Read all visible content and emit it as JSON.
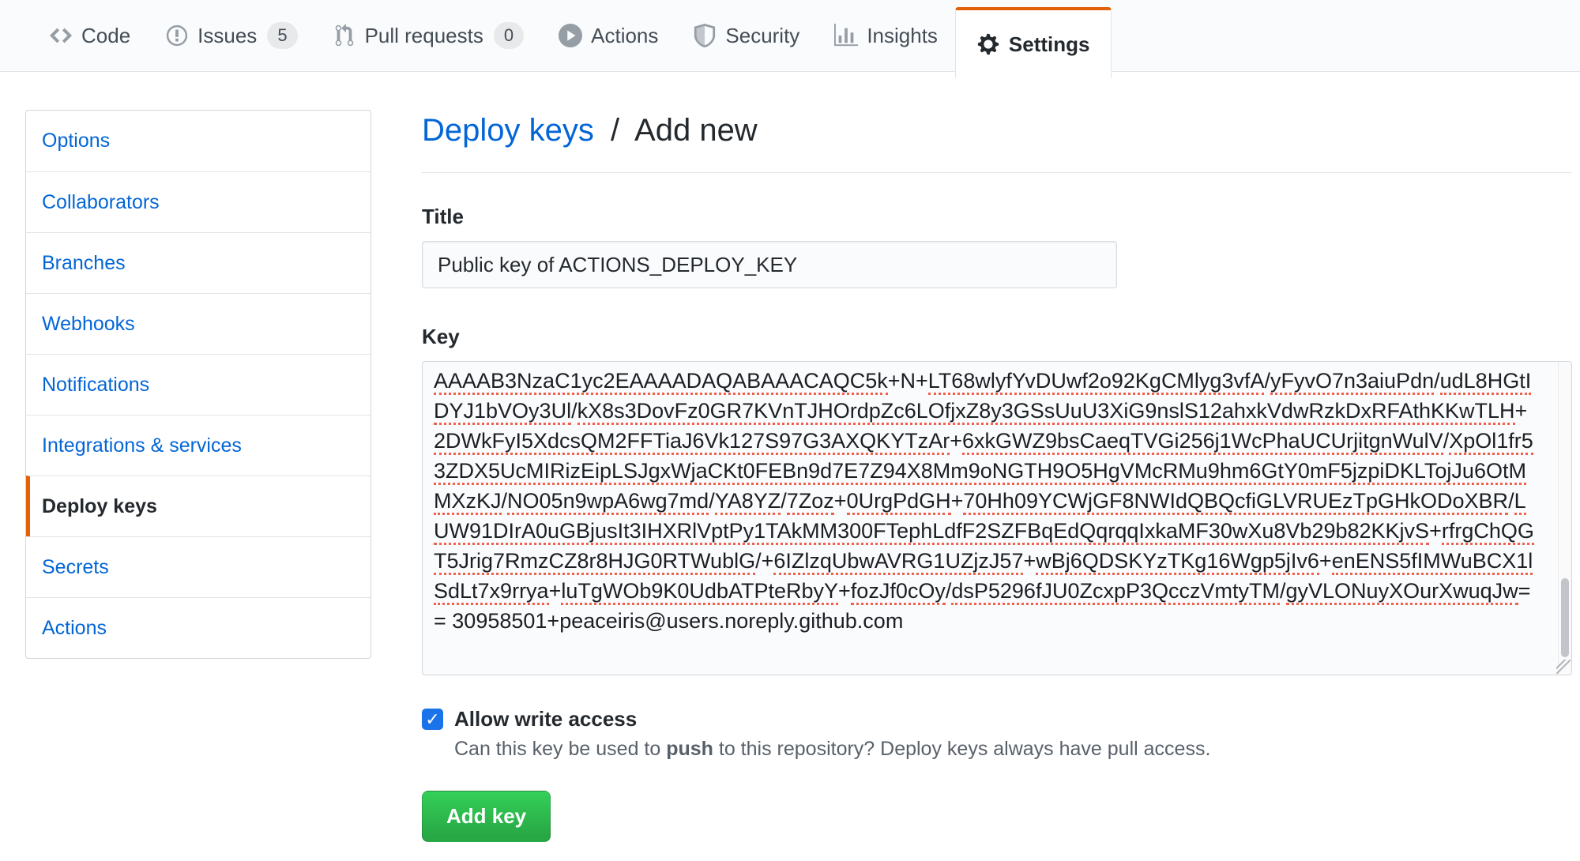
{
  "nav": {
    "tabs": [
      {
        "id": "code",
        "label": "Code",
        "icon": "code-icon",
        "active": false
      },
      {
        "id": "issues",
        "label": "Issues",
        "count": "5",
        "icon": "issue-opened-icon",
        "active": false
      },
      {
        "id": "pull-requests",
        "label": "Pull requests",
        "count": "0",
        "icon": "git-pull-request-icon",
        "active": false
      },
      {
        "id": "actions",
        "label": "Actions",
        "icon": "play-icon",
        "active": false
      },
      {
        "id": "security",
        "label": "Security",
        "icon": "shield-icon",
        "active": false
      },
      {
        "id": "insights",
        "label": "Insights",
        "icon": "graph-icon",
        "active": false
      },
      {
        "id": "settings",
        "label": "Settings",
        "icon": "gear-icon",
        "active": true
      }
    ]
  },
  "sidebar": {
    "items": [
      {
        "id": "options",
        "label": "Options",
        "active": false
      },
      {
        "id": "collaborators",
        "label": "Collaborators",
        "active": false
      },
      {
        "id": "branches",
        "label": "Branches",
        "active": false
      },
      {
        "id": "webhooks",
        "label": "Webhooks",
        "active": false
      },
      {
        "id": "notifications",
        "label": "Notifications",
        "active": false
      },
      {
        "id": "integrations-services",
        "label": "Integrations & services",
        "active": false
      },
      {
        "id": "deploy-keys",
        "label": "Deploy keys",
        "active": true
      },
      {
        "id": "secrets",
        "label": "Secrets",
        "active": false
      },
      {
        "id": "actions",
        "label": "Actions",
        "active": false
      }
    ]
  },
  "main": {
    "breadcrumb": {
      "parent": "Deploy keys",
      "separator": "/",
      "current": "Add new"
    },
    "title_field": {
      "label": "Title",
      "value": "Public key of ACTIONS_DEPLOY_KEY"
    },
    "key_field": {
      "label": "Key",
      "value": "AAAAB3NzaC1yc2EAAAADAQABAAACAQC5k+N+LT68wlyfYvDUwf2o92KgCMlyg3vfA/yFyvO7n3aiuPdn/udL8HGtIDYJ1bVOy3Ul/kX8s3DovFz0GR7KVnTJHOrdpZc6LOfjxZ8y3GSsUuU3XiG9nslS12ahxkVdwRzkDxRFAthKKwTLH+2DWkFyI5XdcsQM2FFTiaJ6Vk127S97G3AXQKYTzAr+6xkGWZ9bsCaeqTVGi256j1WcPhaUCUrjitgnWulV/XpOl1fr53ZDX5UcMIRizEipLSJgxWjaCKt0FEBn9d7E7Z94X8Mm9oNGTH9O5HgVMcRMu9hm6GtY0mF5jzpiDKLTojJu6OtMMXzKJ/NO05n9wpA6wg7md/YA8YZ/7Zoz+0UrgPdGH+70Hh09YCWjGF8NWIdQBQcfiGLVRUEzTpGHkODoXBR/LUW91DIrA0uGBjusIt3IHXRlVptPy1TAkMM300FTephLdfF2SZFBqEdQqrqqIxkaMF30wXu8Vb29b82KKjvS+rfrgChQGT5Jrig7RmzCZ8r8HJG0RTWublG/+6IZlzqUbwAVRG1UZjzJ57+wBj6QDSKYzTKg16Wgp5jIv6+enENS5fIMWuBCX1lSdLt7x9rrya+luTgWOb9K0UdbATPteRbyY+fozJf0cOy/dsP5296fJU0ZcxpP3QcczVmtyTM/gyVLONuyXOurXwuqJw== 30958501+peaceiris@users.noreply.github.com"
    },
    "write_access": {
      "label": "Allow write access",
      "checked": true,
      "help_prefix": "Can this key be used to ",
      "help_bold": "push",
      "help_suffix": " to this repository? Deploy keys always have pull access."
    },
    "submit_label": "Add key"
  },
  "colors": {
    "accent_orange": "#e36209",
    "link_blue": "#0366d6",
    "button_green": "#28a745",
    "checkbox_blue": "#1a73e8",
    "spellcheck_red": "#f0604d"
  }
}
